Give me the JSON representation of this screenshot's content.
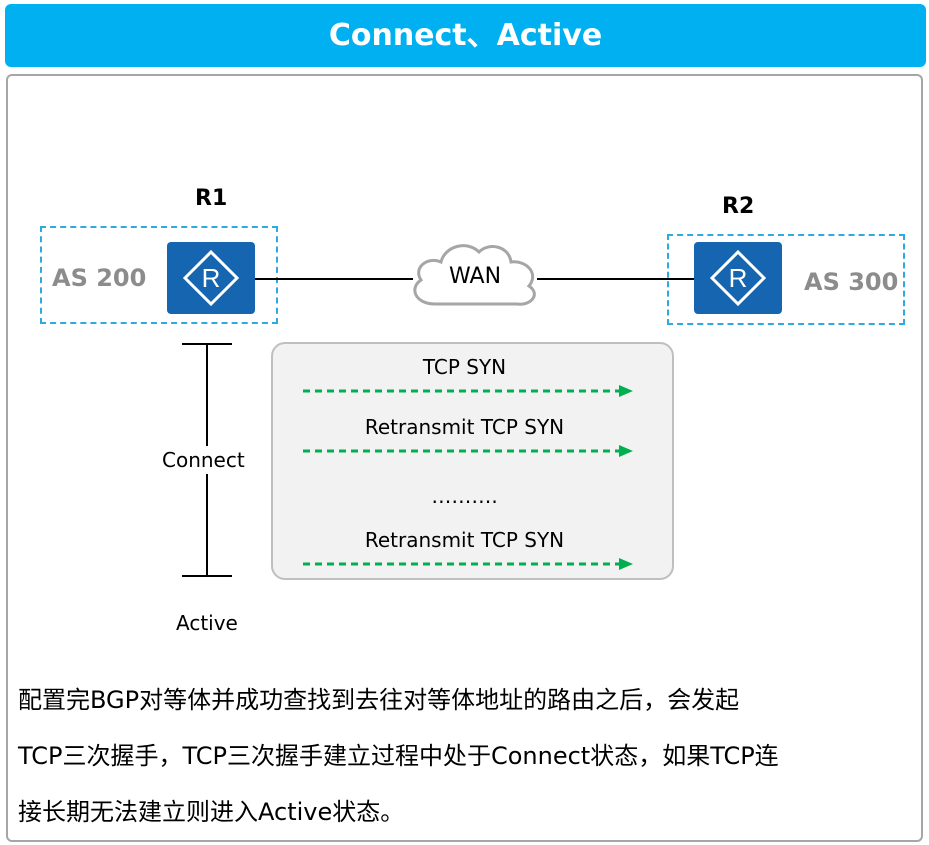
{
  "title": "Connect、Active",
  "routers": {
    "r1": {
      "name": "R1",
      "as_label": "AS 200"
    },
    "r2": {
      "name": "R2",
      "as_label": "AS 300"
    }
  },
  "cloud_label": "WAN",
  "timeline": {
    "state_connect": "Connect",
    "state_active": "Active"
  },
  "messages": [
    "TCP SYN",
    "Retransmit TCP SYN",
    "……….",
    "Retransmit TCP SYN"
  ],
  "colors": {
    "title_bar": "#00b0f0",
    "router": "#1565b0",
    "as_box_border": "#2eaae1",
    "arrow": "#00b050"
  },
  "description": {
    "line1": "配置完BGP对等体并成功查找到去往对等体地址的路由之后，会发起",
    "line2": "TCP三次握手，TCP三次握手建立过程中处于Connect状态，如果TCP连",
    "line3": "接长期无法建立则进入Active状态。"
  }
}
